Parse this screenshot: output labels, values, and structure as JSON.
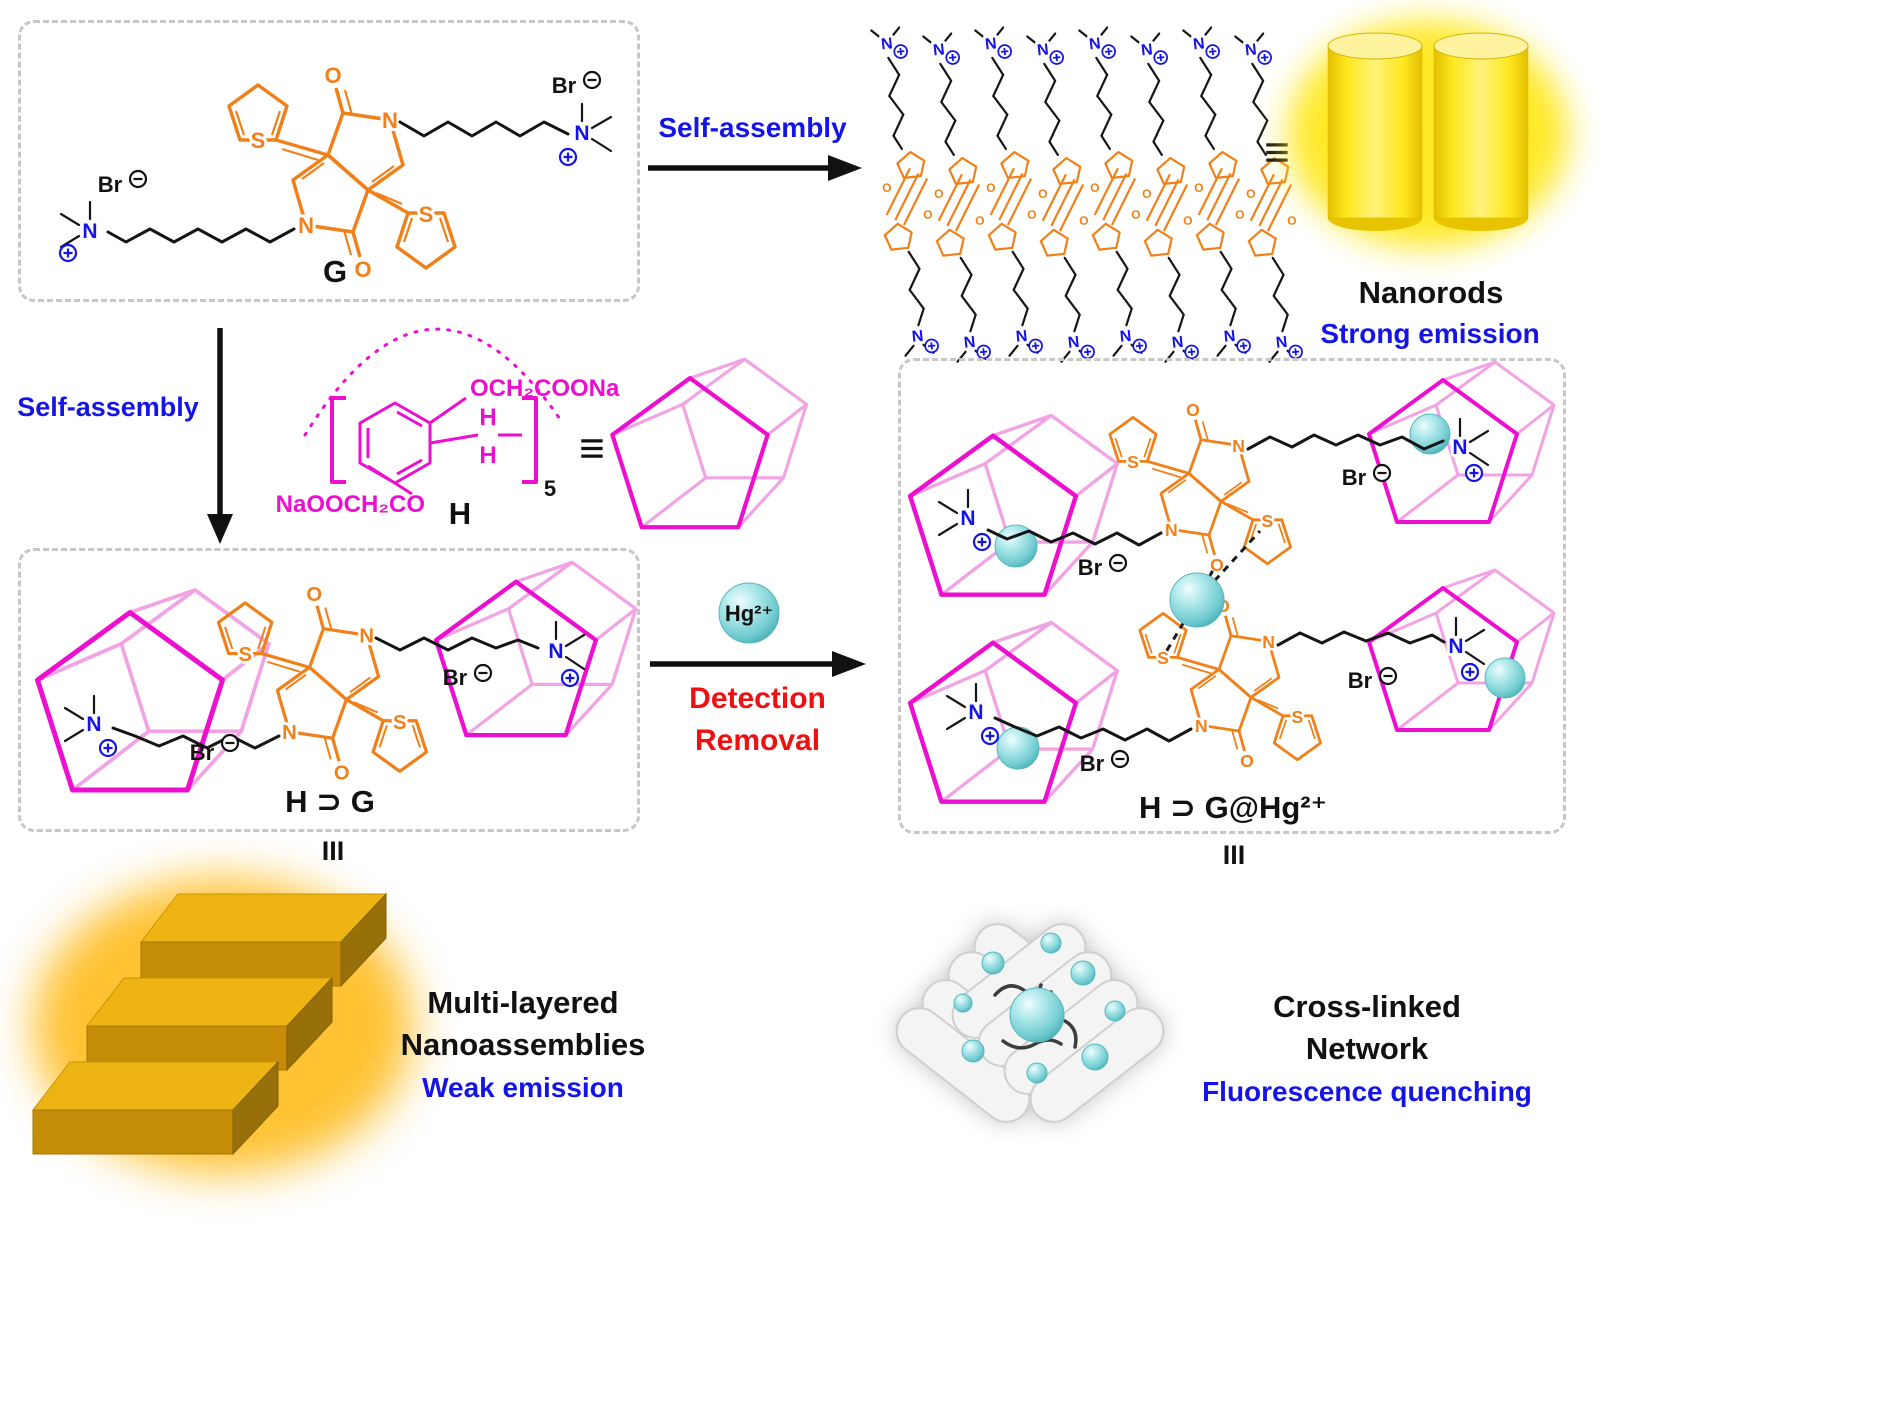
{
  "colors": {
    "dpp_orange": "#f08019",
    "cation_blue": "#1414e8",
    "pillararene_magenta": "#ec0fd0",
    "action_red": "#ee1111",
    "hg_cyan": "#7fd4d8",
    "nanorod_yellow": "#ffe81e",
    "nanosheet_gold": "#eeb414"
  },
  "atoms": {
    "s": "S",
    "n": "N",
    "o": "O",
    "br": "Br",
    "h": "H"
  },
  "g_box": {
    "compound_label": "G"
  },
  "top_arrow": {
    "label": "Self-assembly"
  },
  "left_arrow": {
    "label": "Self-assembly"
  },
  "assembly": {
    "equiv": "≡"
  },
  "nanorods": {
    "title": "Nanorods",
    "subtitle": "Strong emission"
  },
  "h_structure": {
    "top_substituent": "OCH₂COONa",
    "bottom_substituent": "NaOOCH₂CO",
    "repeat_count": "5",
    "compound_label": "H",
    "equiv": "≡"
  },
  "hg_left_box": {
    "compound_label": "H ⊃ G",
    "numeral": "III"
  },
  "hg_arrow": {
    "ion": "Hg²⁺",
    "action_line1": "Detection",
    "action_line2": "Removal"
  },
  "hg_right_box": {
    "compound_label": "H ⊃ G@Hg²⁺",
    "numeral": "III"
  },
  "multilayer": {
    "title_line1": "Multi-layered",
    "title_line2": "Nanoassemblies",
    "subtitle": "Weak emission"
  },
  "network": {
    "title_line1": "Cross-linked",
    "title_line2": "Network",
    "subtitle": "Fluorescence quenching"
  }
}
